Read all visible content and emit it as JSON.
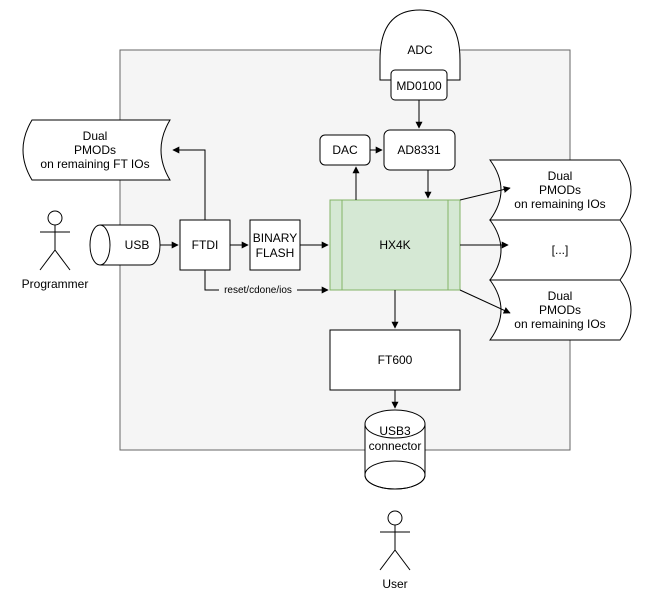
{
  "nodes": {
    "adc": "ADC",
    "md0100": "MD0100",
    "dac": "DAC",
    "ad8331": "AD8331",
    "ftdi": "FTDI",
    "usb": "USB",
    "binary_flash": [
      "BINARY",
      "FLASH"
    ],
    "hx4k": "HX4K",
    "ft600": "FT600",
    "usb3_connector": [
      "USB3",
      "connector"
    ],
    "pmod_ft": [
      "Dual",
      "PMODs",
      "on remaining FT IOs"
    ],
    "pmod_top": [
      "Dual",
      "PMODs",
      "on remaining IOs"
    ],
    "pmod_mid": "[...]",
    "pmod_bottom": [
      "Dual",
      "PMODs",
      "on remaining IOs"
    ]
  },
  "edges": {
    "reset_label": "reset/cdone/ios"
  },
  "actors": {
    "programmer": "Programmer",
    "user": "User"
  },
  "colors": {
    "stroke": "#000000",
    "background_box": "#f5f5f5",
    "fpga_fill": "#d5e8d4",
    "fpga_stroke": "#82b366"
  }
}
